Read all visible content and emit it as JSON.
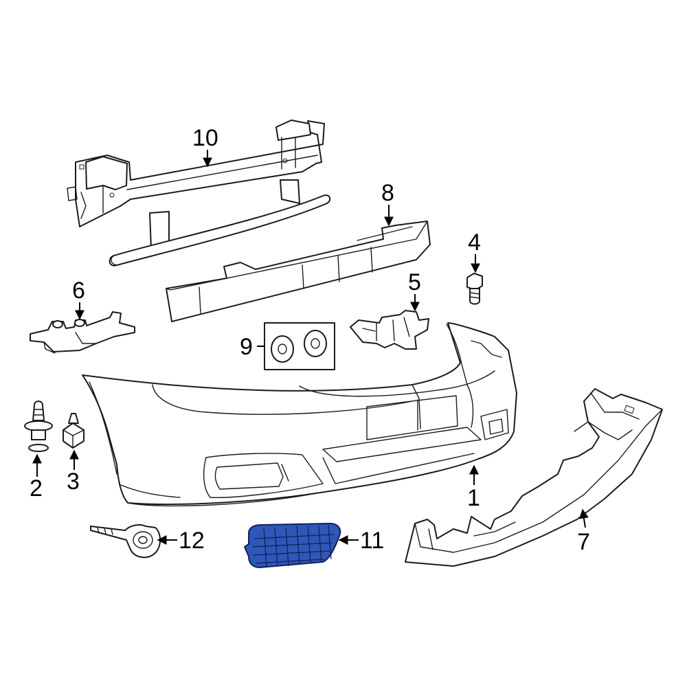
{
  "callouts": {
    "c1": "1",
    "c2": "2",
    "c3": "3",
    "c4": "4",
    "c5": "5",
    "c6": "6",
    "c7": "7",
    "c8": "8",
    "c9": "9",
    "c10": "10",
    "c11": "11",
    "c12": "12"
  },
  "highlight": {
    "part": "11",
    "color": "#2f57b9"
  }
}
